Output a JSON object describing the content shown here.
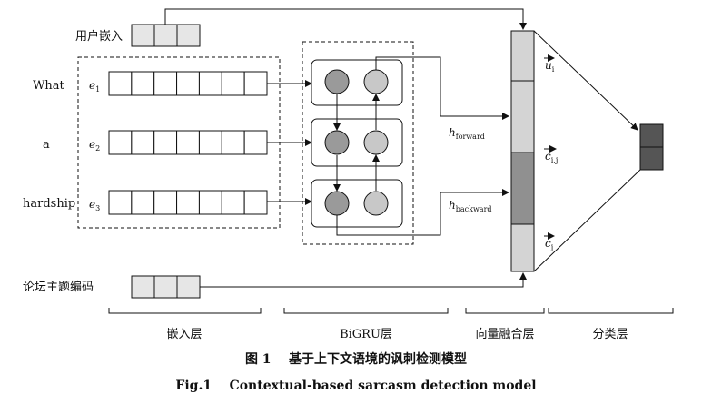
{
  "diagram": {
    "user_embedding_label": "用户嵌入",
    "forum_topic_label": "论坛主题编码",
    "words": [
      "What",
      "a",
      "hardship"
    ],
    "embeddings": [
      {
        "letter": "e",
        "index": "1"
      },
      {
        "letter": "e",
        "index": "2"
      },
      {
        "letter": "e",
        "index": "3"
      }
    ],
    "h_forward": {
      "letter": "h",
      "sub": "forward"
    },
    "h_backward": {
      "letter": "h",
      "sub": "backward"
    },
    "vectors": [
      {
        "letter": "u",
        "sub": "i"
      },
      {
        "letter": "c",
        "sub": "i,j"
      },
      {
        "letter": "c",
        "sub": "j"
      }
    ],
    "layers": [
      "嵌入层",
      "BiGRU层",
      "向量融合层",
      "分类层"
    ],
    "caption_cn": "图 1    基于上下文语境的讽刺检测模型",
    "caption_en": "Fig.1    Contextual-based sarcasm detection model",
    "colors": {
      "fusion_light": "#d4d4d4",
      "fusion_dark": "#909090",
      "output_cell": "#555555",
      "forward_node": "#9a9a9a",
      "backward_node": "#c8c8c8"
    }
  }
}
